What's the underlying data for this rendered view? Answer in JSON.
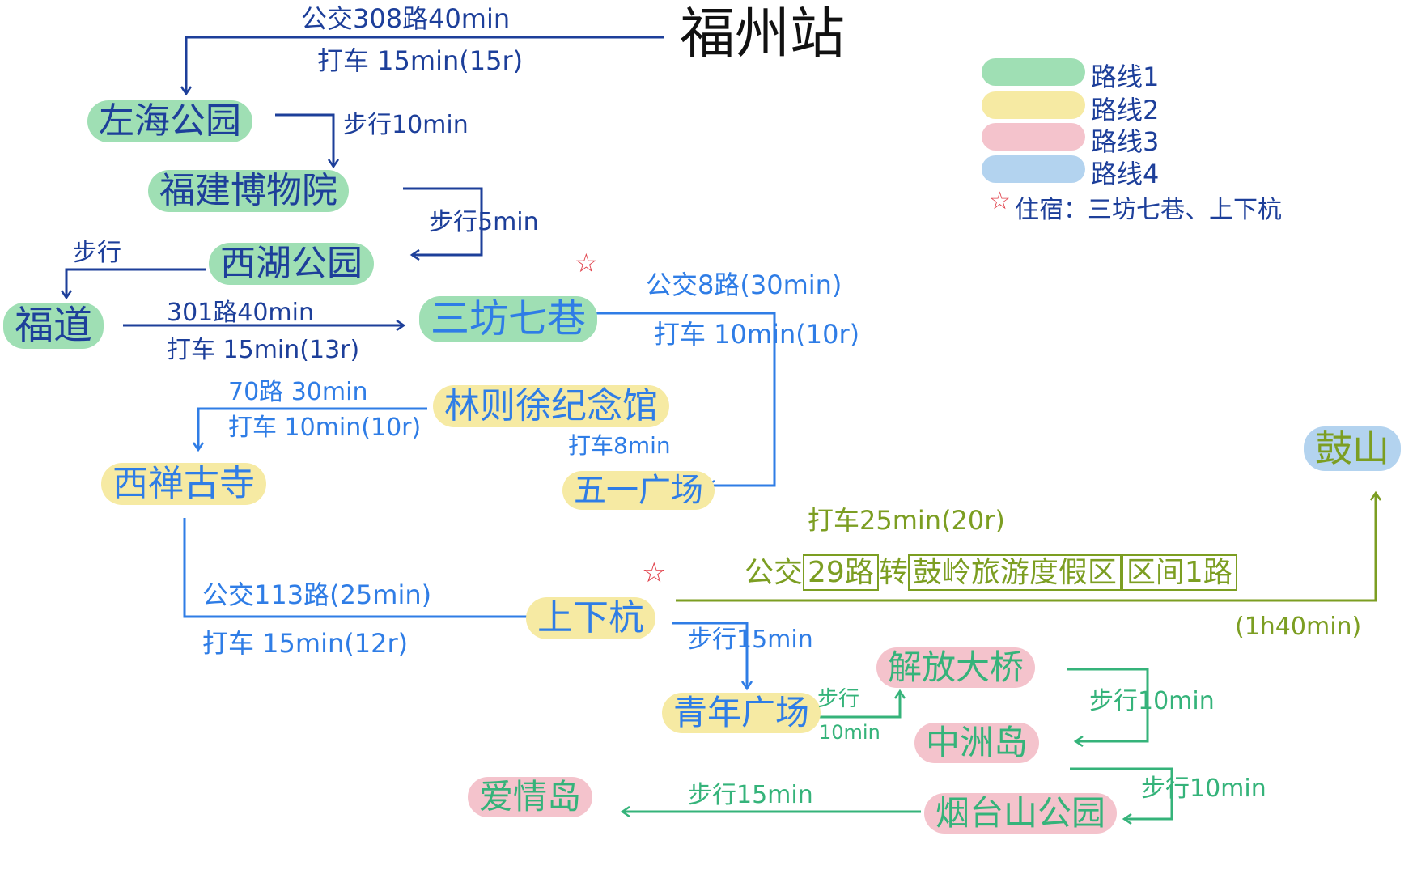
{
  "title": "福州站",
  "legend": {
    "items": [
      {
        "color": "#9fdfb4",
        "label": "路线1"
      },
      {
        "color": "#f6eaa3",
        "label": "路线2"
      },
      {
        "color": "#f4c3cc",
        "label": "路线3"
      },
      {
        "color": "#b3d3ef",
        "label": "路线4"
      }
    ],
    "stay_star": "☆",
    "stay_label": "住宿：三坊七巷、上下杭"
  },
  "nodes": {
    "zuohai": "左海公园",
    "fujian_museum": "福建博物院",
    "xihu": "西湖公园",
    "fudao": "福道",
    "sanfang": "三坊七巷",
    "linzexu": "林则徐纪念馆",
    "xichan": "西禅古寺",
    "wuyi": "五一广场",
    "guling": "鼓山",
    "shangxiahang": "上下杭",
    "qingnian": "青年广场",
    "jiefang": "解放大桥",
    "zhongzhou": "中洲岛",
    "yantaishan": "烟台山公园",
    "aiqing": "爱情岛"
  },
  "edges": {
    "station_bus": "公交308路40min",
    "station_taxi": "打车 15min(15r)",
    "zuohai_walk": "步行10min",
    "museum_walk": "步行5min",
    "xihu_walk": "步行",
    "fudao_bus": "301路40min",
    "fudao_taxi": "打车 15min(13r)",
    "sanfang_bus": "公交8路(30min)",
    "sanfang_taxi": "打车 10min(10r)",
    "linzexu_bus": "70路 30min",
    "linzexu_taxi": "打车 10min(10r)",
    "linzexu_wuyi": "打车8min",
    "xichan_bus": "公交113路(25min)",
    "xichan_taxi": "打车 15min(12r)",
    "guling_taxi": "打车25min(20r)",
    "guling_bus_a": "公交",
    "guling_bus_b": "29路",
    "guling_bus_c": "转",
    "guling_bus_d": "鼓岭旅游度假区",
    "guling_bus_e": "区间1路",
    "guling_time": "(1h40min)",
    "sxh_walk": "步行15min",
    "qingnian_walk_a": "步行",
    "qingnian_walk_b": "10min",
    "jiefang_walk": "步行10min",
    "zhongzhou_walk": "步行10min",
    "yantai_walk": "步行15min"
  },
  "colors": {
    "route1": "#9fdfb4",
    "route2": "#f6eaa3",
    "route3": "#f4c3cc",
    "route4": "#b3d3ef",
    "arrow_dark_blue": "#1d3f9a",
    "arrow_blue": "#2f7de6",
    "arrow_olive": "#7c9e22",
    "arrow_teal": "#35b37a",
    "star": "#e0404a"
  }
}
